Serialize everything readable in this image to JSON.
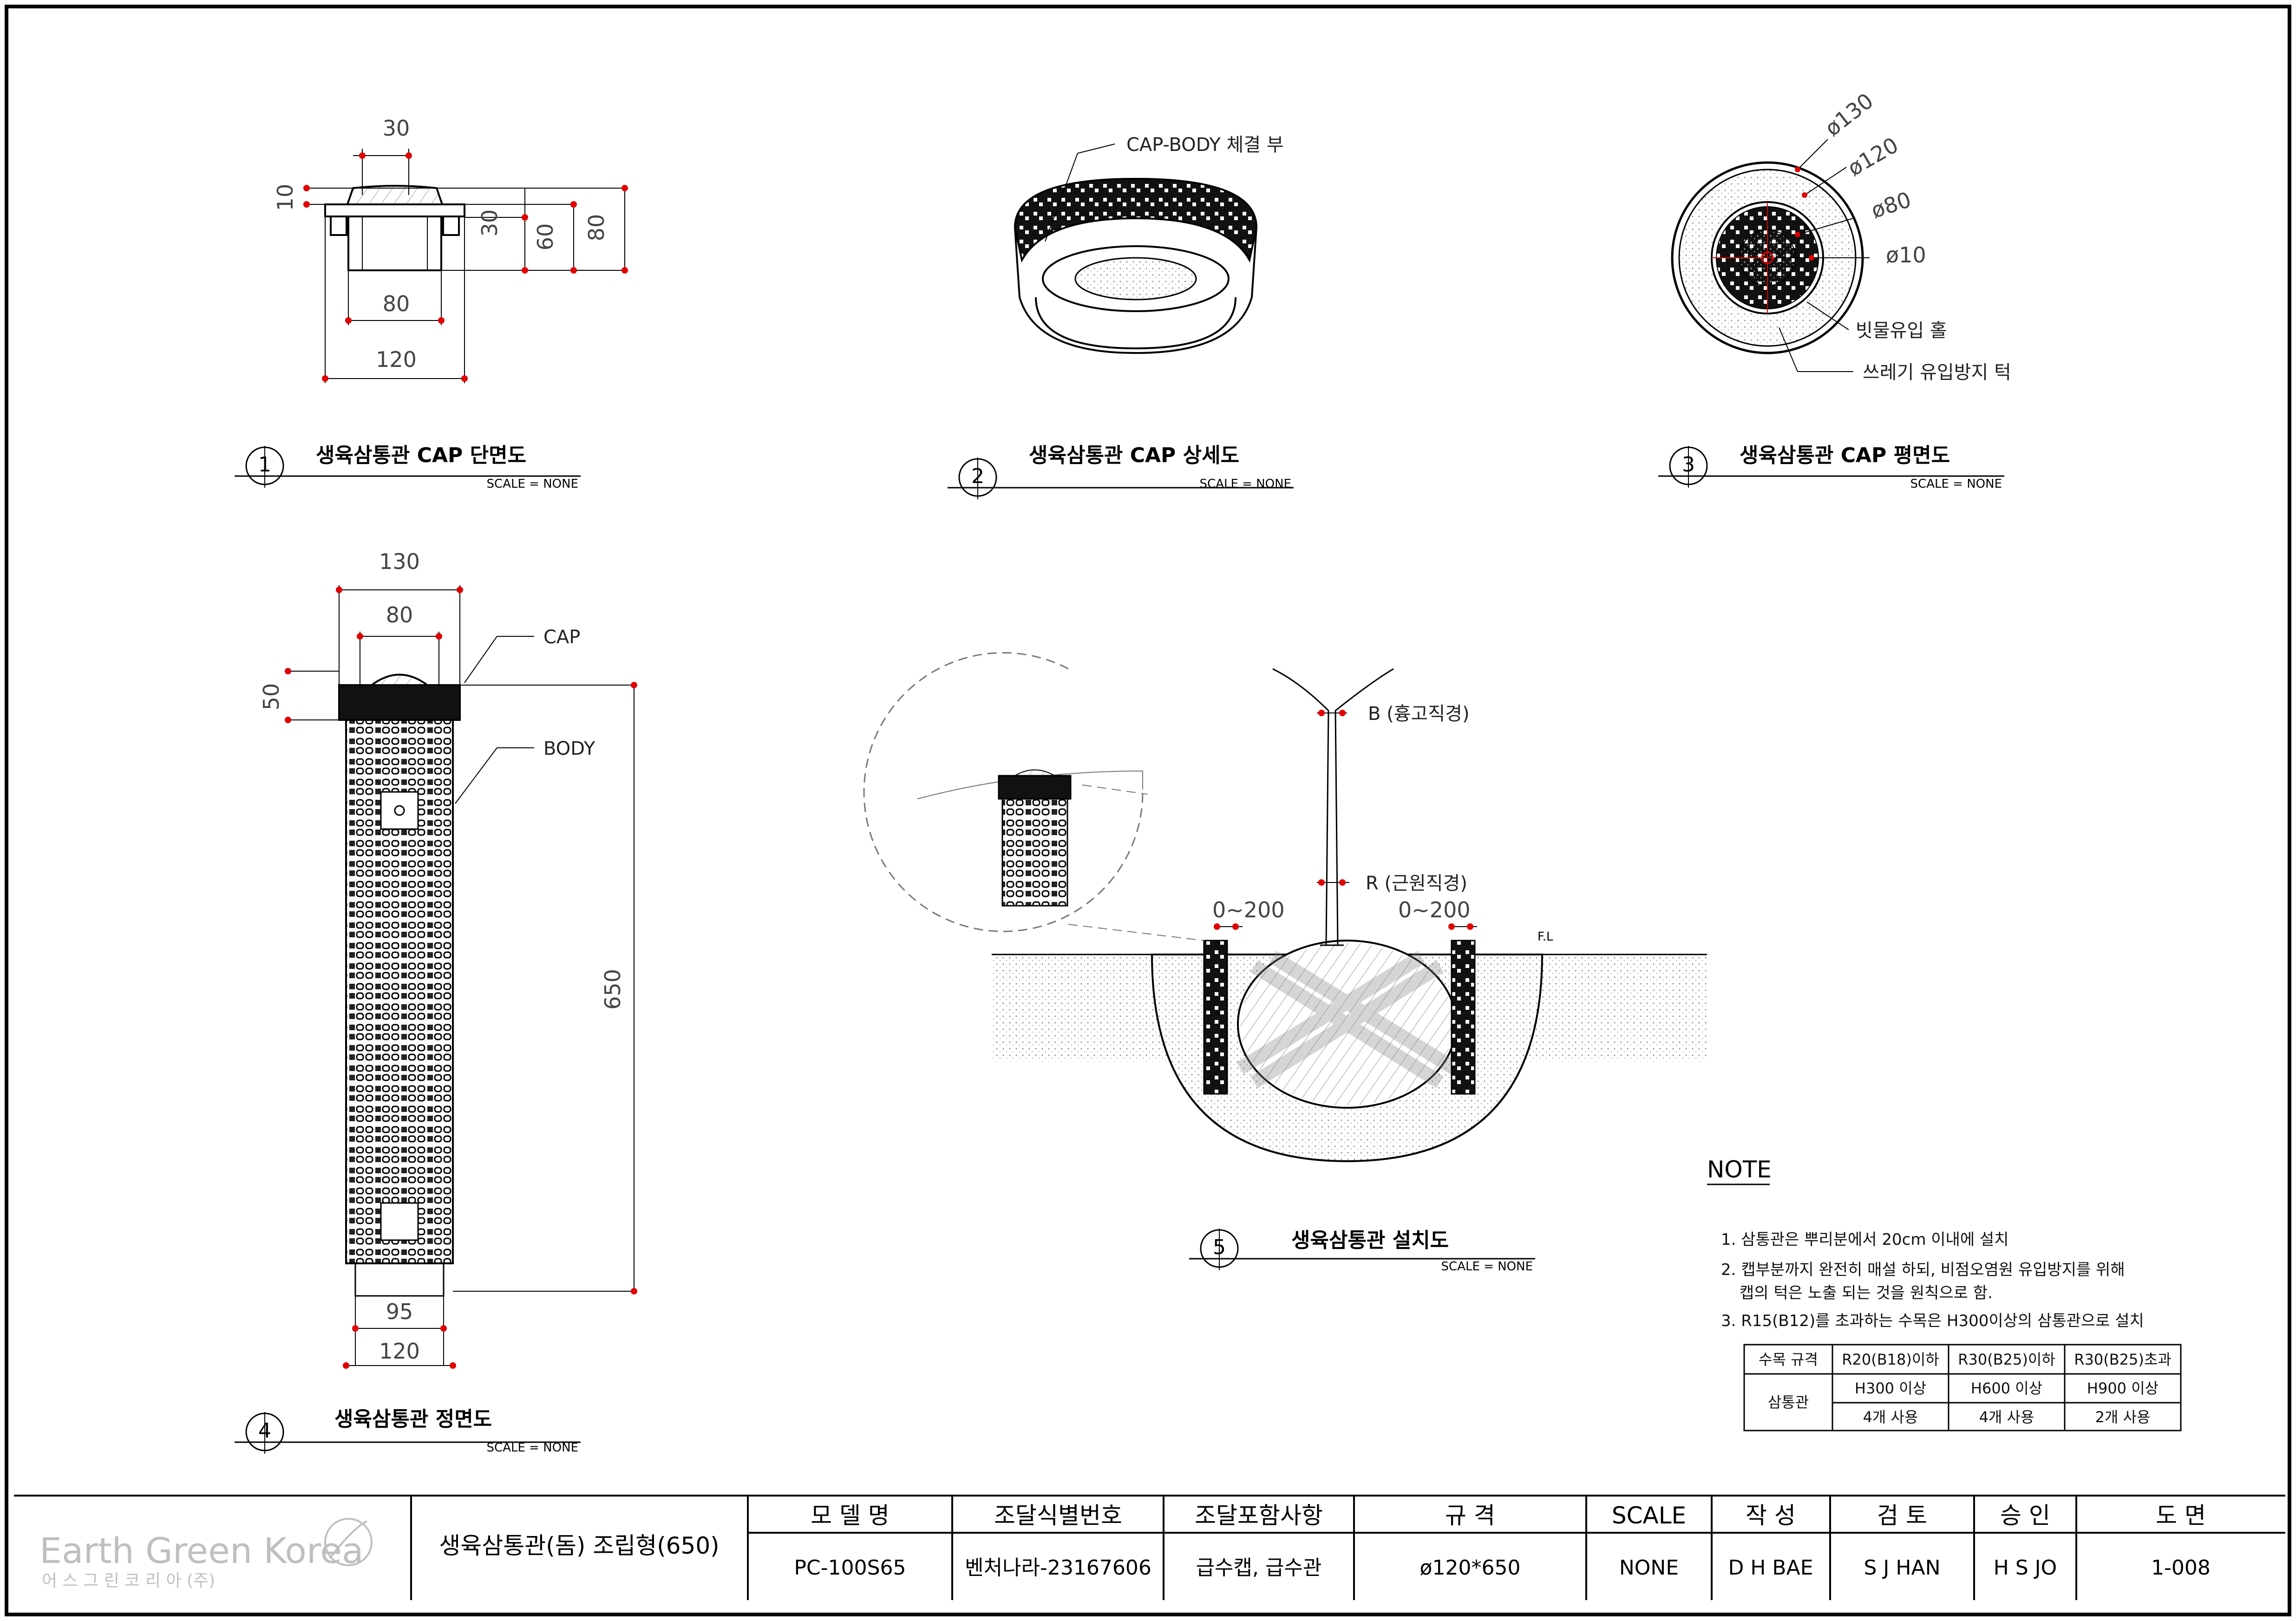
{
  "drawings": {
    "d1": {
      "number": "1",
      "title": "생육삼통관 CAP 단면도",
      "scale": "SCALE = NONE",
      "dims": {
        "top_width": "30",
        "lip": "10",
        "cap_depth": "30",
        "inner_depth": "60",
        "total_height": "80",
        "inner_width": "80",
        "outer_width": "120"
      }
    },
    "d2": {
      "number": "2",
      "title": "생육삼통관 CAP 상세도",
      "scale": "SCALE = NONE",
      "callout": "CAP-BODY 체결 부"
    },
    "d3": {
      "number": "3",
      "title": "생육삼통관 CAP 평면도",
      "scale": "SCALE = NONE",
      "dims": {
        "d130": "ø130",
        "d120": "ø120",
        "d80": "ø80",
        "d10": "ø10"
      },
      "callouts": {
        "rain": "빗물유입 홀",
        "debris": "쓰레기 유입방지 턱"
      }
    },
    "d4": {
      "number": "4",
      "title": "생육삼통관 정면도",
      "scale": "SCALE = NONE",
      "dims": {
        "outer": "130",
        "inner": "80",
        "cap_h": "50",
        "height": "650",
        "bottom_inner": "95",
        "bottom_outer": "120"
      },
      "labels": {
        "cap": "CAP",
        "body": "BODY"
      }
    },
    "d5": {
      "number": "5",
      "title": "생육삼통관 설치도",
      "scale": "SCALE = NONE",
      "labels": {
        "b": "B (흉고직경)",
        "r": "R (근원직경)",
        "left_range": "0~200",
        "right_range": "0~200",
        "fl": "F.L"
      }
    }
  },
  "notes": {
    "heading": "NOTE",
    "items": [
      "1. 삼통관은 뿌리분에서 20cm 이내에 설치",
      "2. 캡부분까지 완전히 매설 하되, 비점오염원 유입방지를 위해",
      "캡의 턱은 노출 되는 것을 원칙으로 함.",
      "3. R15(B12)를 초과하는 수목은 H300이상의 삼통관으로 설치"
    ],
    "table": {
      "header": [
        "수목 규격",
        "R20(B18)이하",
        "R30(B25)이하",
        "R30(B25)초과"
      ],
      "row_label": "삼통관",
      "row1": [
        "H300 이상",
        "H600 이상",
        "H900 이상"
      ],
      "row2": [
        "4개 사용",
        "4개 사용",
        "2개 사용"
      ]
    }
  },
  "title_block": {
    "logo_en": "Earth Green Korea",
    "logo_ko": "어 스 그 린 코 리 아 (주)",
    "product": "생육삼통관(돔) 조립형(650)",
    "headers": [
      "모 델 명",
      "조달식별번호",
      "조달포함사항",
      "규    격",
      "SCALE",
      "작 성",
      "검 토",
      "승 인",
      "도 면"
    ],
    "values": [
      "PC-100S65",
      "벤처나라-23167606",
      "급수캡, 급수관",
      "ø120*650",
      "NONE",
      "D H BAE",
      "S J HAN",
      "H S JO",
      "1-008"
    ]
  },
  "colors": {
    "dimension_marker": "#e00000",
    "line": "#000000",
    "hatch": "#9a9a9a",
    "logo": "#bfbfbf"
  }
}
